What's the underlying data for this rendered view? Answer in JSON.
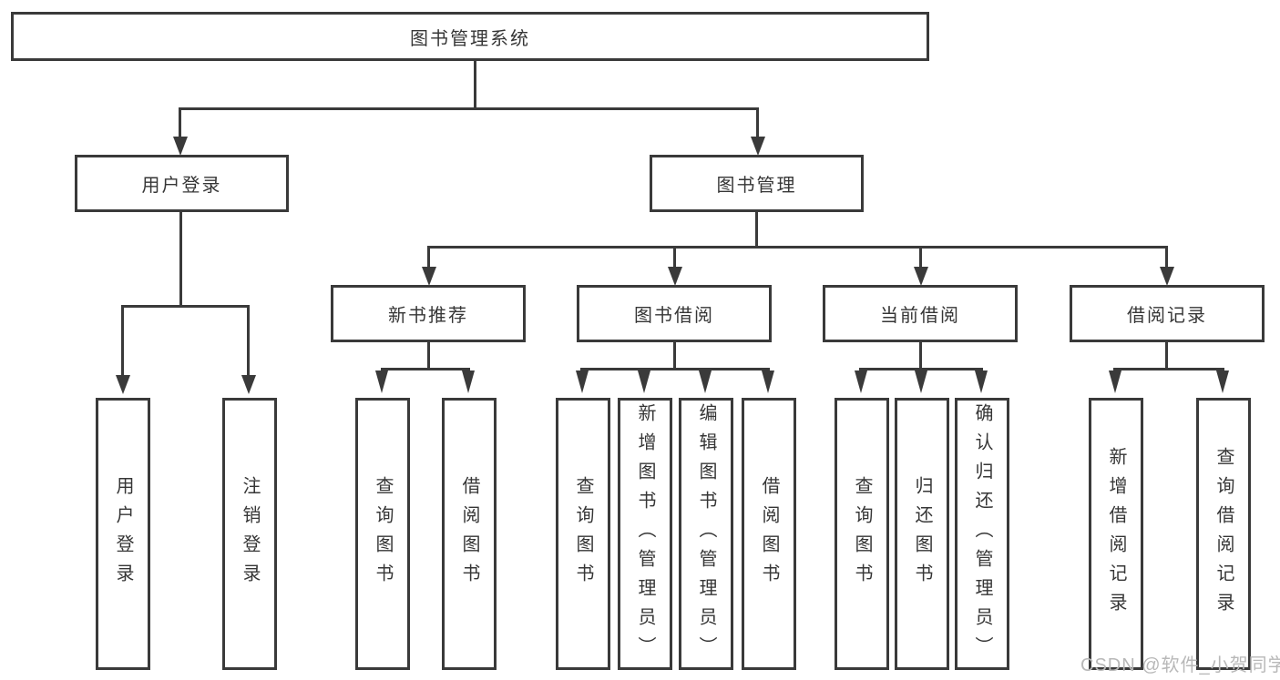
{
  "root": {
    "label": "图书管理系统"
  },
  "branches": {
    "user_login": {
      "label": "用户登录",
      "children": [
        {
          "label": "用户登录"
        },
        {
          "label": "注销登录"
        }
      ]
    },
    "book_management": {
      "label": "图书管理",
      "children": [
        {
          "label": "新书推荐",
          "children": [
            {
              "label": "查询图书"
            },
            {
              "label": "借阅图书"
            }
          ]
        },
        {
          "label": "图书借阅",
          "children": [
            {
              "label": "查询图书"
            },
            {
              "label": "新增图书（管理员）"
            },
            {
              "label": "编辑图书（管理员）"
            },
            {
              "label": "借阅图书"
            }
          ]
        },
        {
          "label": "当前借阅",
          "children": [
            {
              "label": "查询图书"
            },
            {
              "label": "归还图书"
            },
            {
              "label": "确认归还（管理员）"
            }
          ]
        },
        {
          "label": "借阅记录",
          "children": [
            {
              "label": "新增借阅记录"
            },
            {
              "label": "查询借阅记录"
            }
          ]
        }
      ]
    }
  },
  "watermark": {
    "text": "CSDN @软件_小贺同学"
  },
  "colors": {
    "line": "#3a3a3a",
    "text": "#363636",
    "watermark": "#b8b8b8",
    "background": "#ffffff"
  }
}
